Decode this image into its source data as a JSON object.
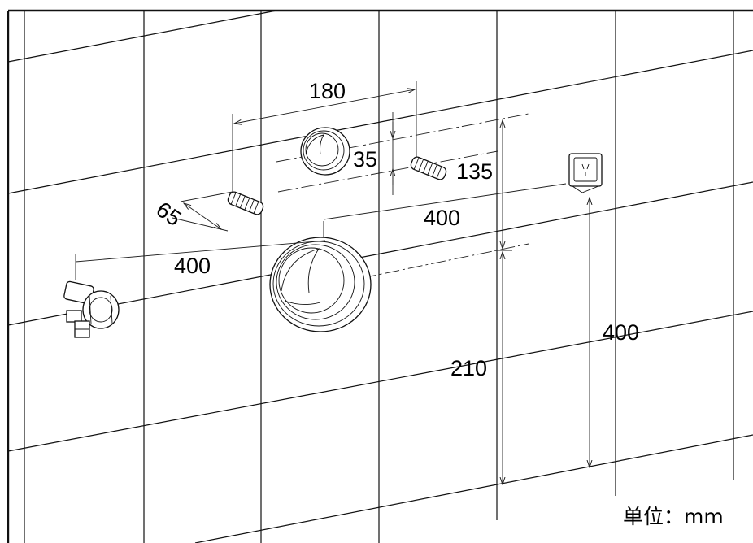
{
  "dimensions": {
    "d180": "180",
    "d35": "35",
    "d135": "135",
    "d65": "65",
    "d400_upper": "400",
    "d400_left": "400",
    "d400_right": "400",
    "d210": "210"
  },
  "unit_label": "单位：mm",
  "icons": [
    "bolt-icon",
    "flush-plate-icon",
    "drain-pipe-icon",
    "angle-valve-icon",
    "power-socket-icon"
  ]
}
